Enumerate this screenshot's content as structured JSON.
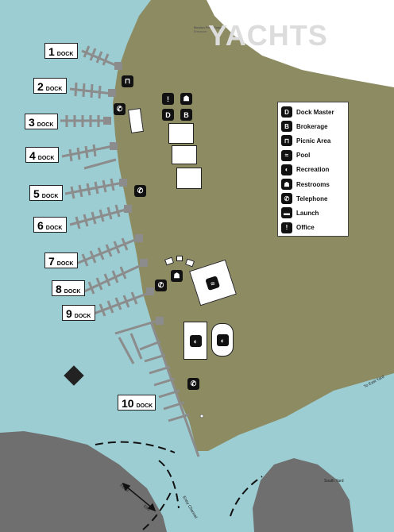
{
  "brand": {
    "line1": "Boston Post Road",
    "line2": "Entrance",
    "watermark": "YACHTS"
  },
  "docks": [
    {
      "num": "1",
      "word": "DOCK"
    },
    {
      "num": "2",
      "word": "DOCK"
    },
    {
      "num": "3",
      "word": "DOCK"
    },
    {
      "num": "4",
      "word": "DOCK"
    },
    {
      "num": "5",
      "word": "DOCK"
    },
    {
      "num": "6",
      "word": "DOCK"
    },
    {
      "num": "7",
      "word": "DOCK"
    },
    {
      "num": "8",
      "word": "DOCK"
    },
    {
      "num": "9",
      "word": "DOCK"
    },
    {
      "num": "10",
      "word": "DOCK"
    }
  ],
  "legend": [
    {
      "icon": "dock-master-icon",
      "glyph": "D",
      "label": "Dock Master"
    },
    {
      "icon": "brokerage-icon",
      "glyph": "B",
      "label": "Brokerage"
    },
    {
      "icon": "picnic-area-icon",
      "glyph": "⊓",
      "label": "Picnic Area"
    },
    {
      "icon": "pool-icon",
      "glyph": "≈",
      "label": "Pool"
    },
    {
      "icon": "recreation-icon",
      "glyph": "◐",
      "label": "Recreation"
    },
    {
      "icon": "restrooms-icon",
      "glyph": "☗",
      "label": "Restrooms"
    },
    {
      "icon": "telephone-icon",
      "glyph": "✆",
      "label": "Telephone"
    },
    {
      "icon": "launch-icon",
      "glyph": "▬",
      "label": "Launch"
    },
    {
      "icon": "office-icon",
      "glyph": "!",
      "label": "Office"
    }
  ],
  "labels": {
    "east_yard": "To East Yard",
    "south_yard": "South Yard",
    "entry_channel": "Entry Channel",
    "flood": "Flood",
    "ebb": "Ebb"
  },
  "colors": {
    "water": "#9ccdd3",
    "land": "#8d8b62",
    "rock": "#6f6f6f",
    "dock": "#8c8c8c",
    "white_land": "#ffffff"
  }
}
